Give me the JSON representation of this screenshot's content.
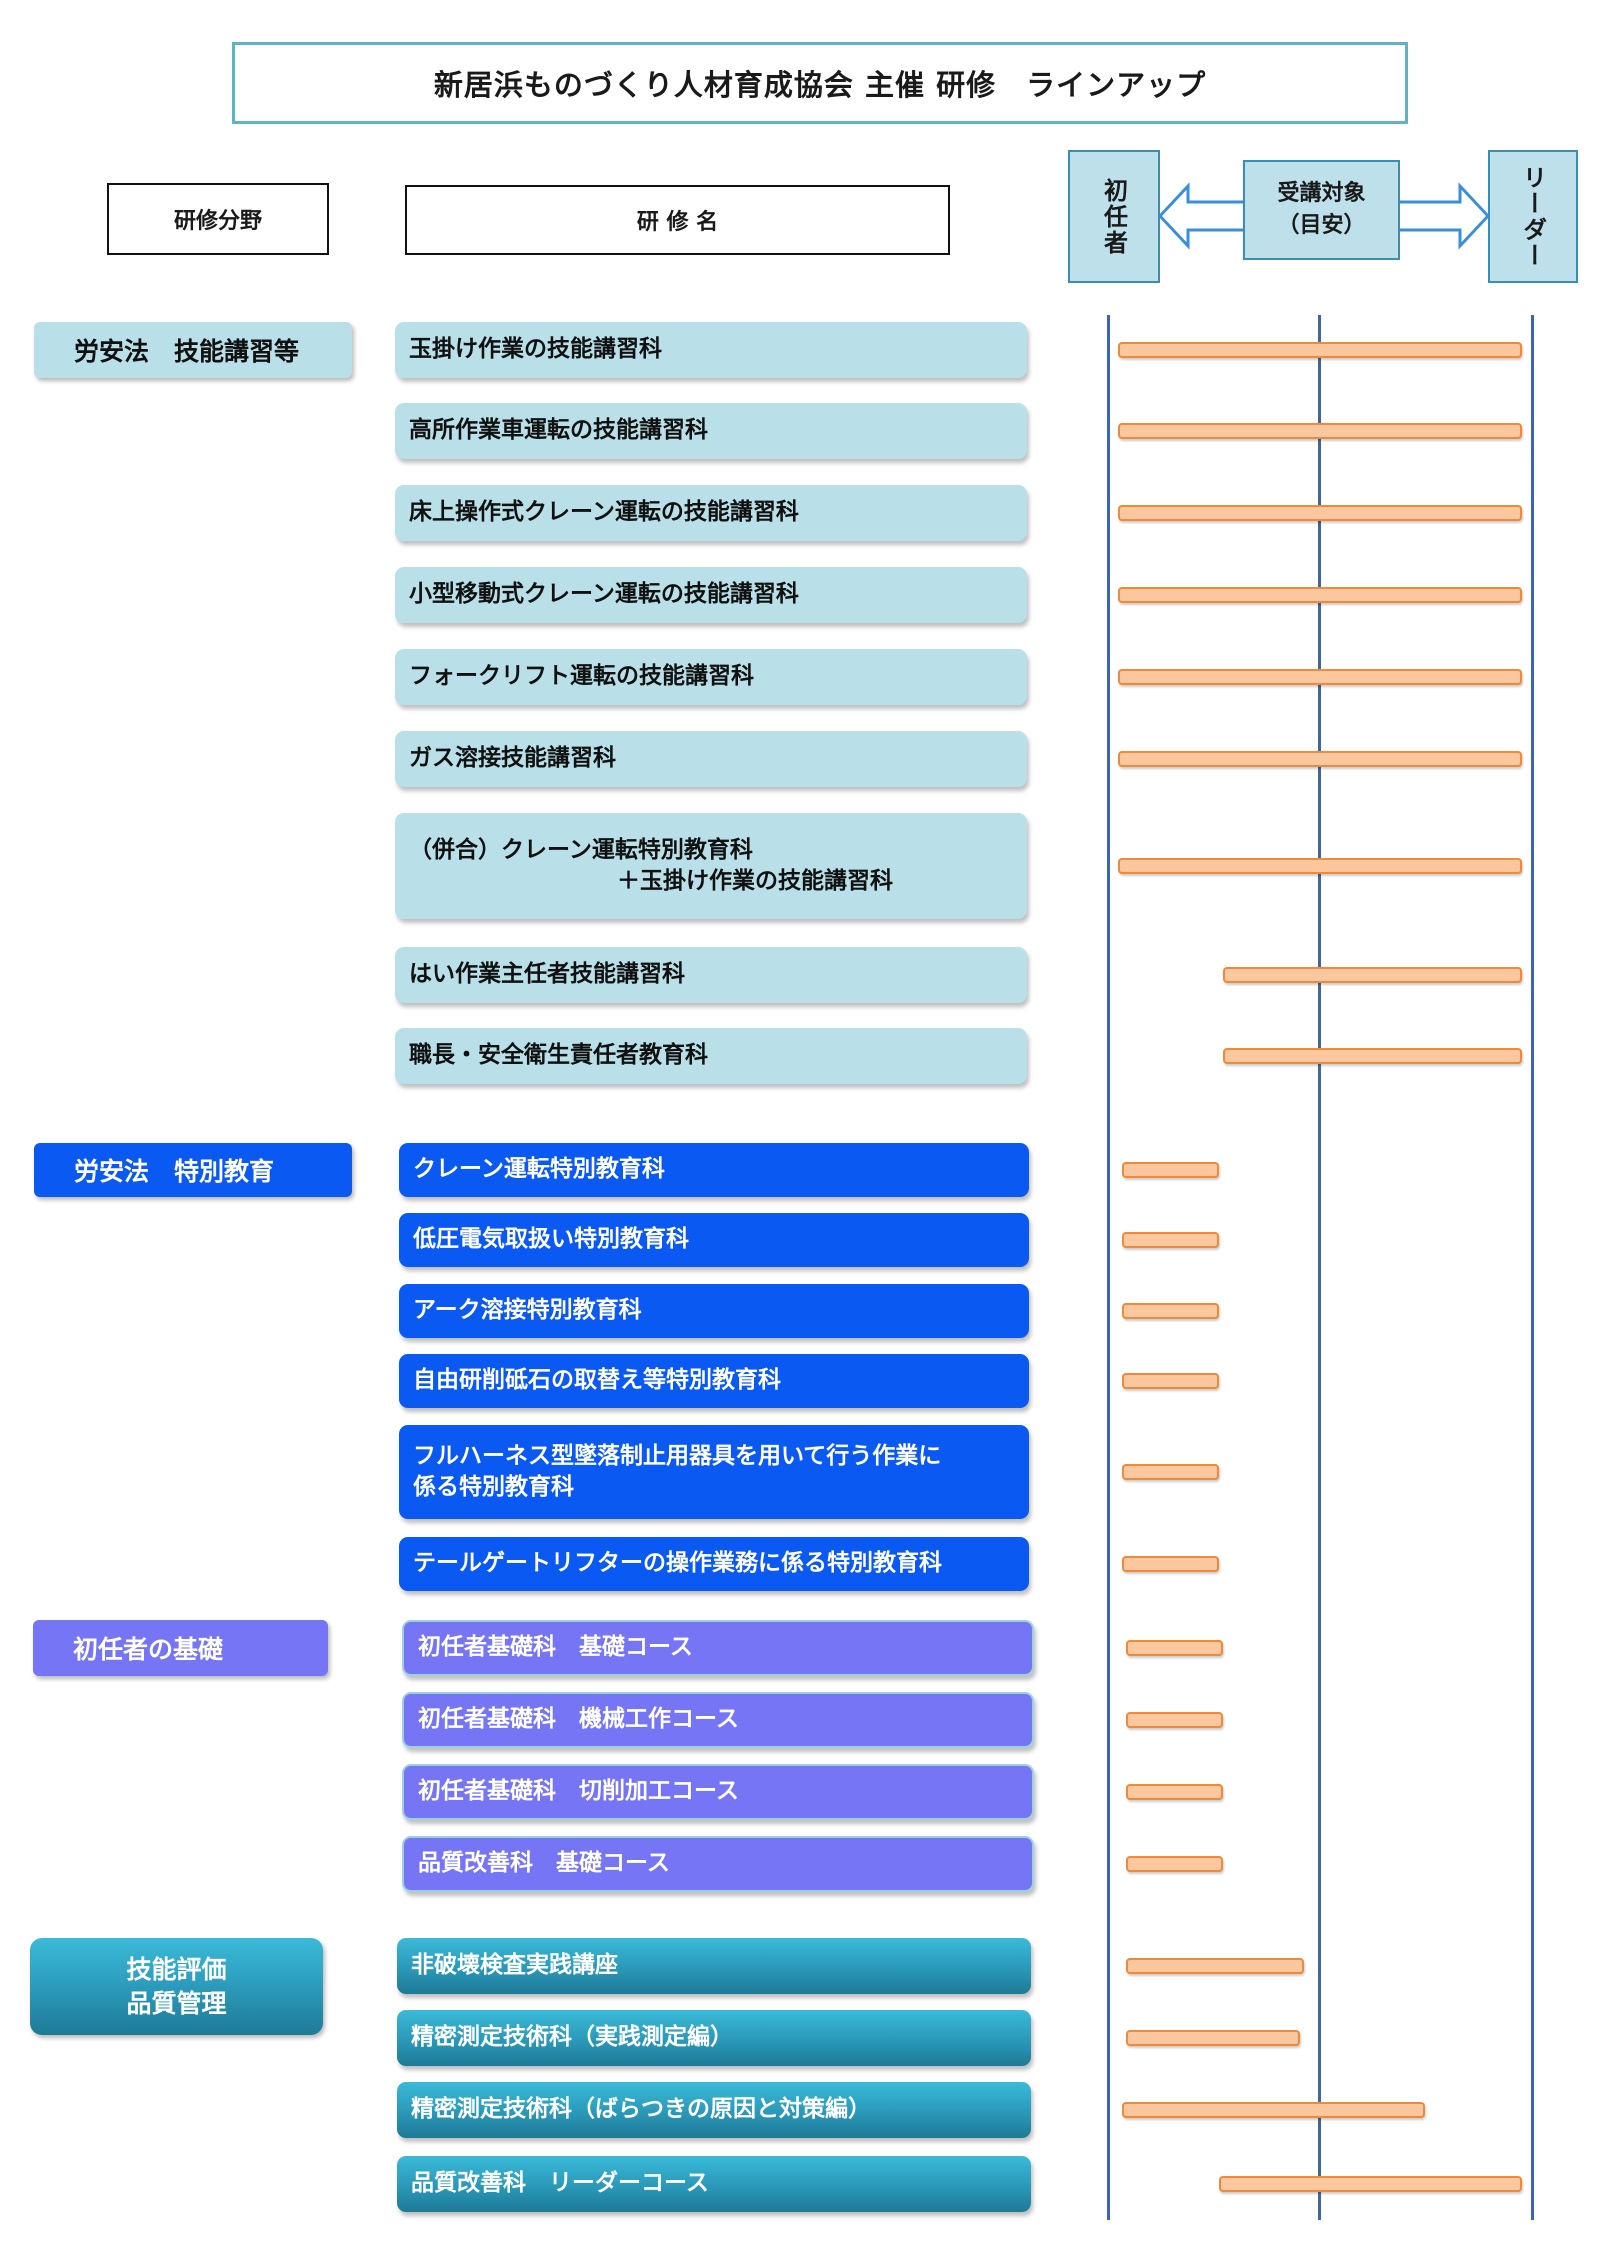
{
  "title": "新居浜ものづくり人材育成協会 主催 研修　ラインアップ",
  "headers": {
    "field": "研修分野",
    "course": "研 修 名",
    "beginner": "初任者",
    "target_line1": "受講対象",
    "target_line2": "（目安）",
    "leader": "リーダー"
  },
  "categories": [
    {
      "id": "c1",
      "label": "労安法　技能講習等"
    },
    {
      "id": "c2",
      "label": "労安法　特別教育"
    },
    {
      "id": "c3",
      "label": "初任者の基礎"
    },
    {
      "id": "c4",
      "label_line1": "技能評価",
      "label_line2": "品質管理"
    }
  ],
  "courses": [
    {
      "cat": "c1",
      "line1": "玉掛け作業の技能講習科",
      "line2": "",
      "range": [
        0.0,
        1.0
      ]
    },
    {
      "cat": "c1",
      "line1": "高所作業車運転の技能講習科",
      "line2": "",
      "range": [
        0.0,
        1.0
      ]
    },
    {
      "cat": "c1",
      "line1": "床上操作式クレーン運転の技能講習科",
      "line2": "",
      "range": [
        0.0,
        1.0
      ]
    },
    {
      "cat": "c1",
      "line1": "小型移動式クレーン運転の技能講習科",
      "line2": "",
      "range": [
        0.0,
        1.0
      ]
    },
    {
      "cat": "c1",
      "line1": "フォークリフト運転の技能講習科",
      "line2": "",
      "range": [
        0.0,
        1.0
      ]
    },
    {
      "cat": "c1",
      "line1": "ガス溶接技能講習科",
      "line2": "",
      "range": [
        0.0,
        1.0
      ]
    },
    {
      "cat": "c1",
      "line1": "（併合）クレーン運転特別教育科",
      "line2": "＋玉掛け作業の技能講習科",
      "range": [
        0.0,
        1.0
      ]
    },
    {
      "cat": "c1",
      "line1": "はい作業主任者技能講習科",
      "line2": "",
      "range": [
        0.26,
        1.0
      ]
    },
    {
      "cat": "c1",
      "line1": "職長・安全衛生責任者教育科",
      "line2": "",
      "range": [
        0.26,
        1.0
      ]
    },
    {
      "cat": "c2",
      "line1": "クレーン運転特別教育科",
      "line2": "",
      "range": [
        0.01,
        0.25
      ]
    },
    {
      "cat": "c2",
      "line1": "低圧電気取扱い特別教育科",
      "line2": "",
      "range": [
        0.01,
        0.25
      ]
    },
    {
      "cat": "c2",
      "line1": "アーク溶接特別教育科",
      "line2": "",
      "range": [
        0.01,
        0.25
      ]
    },
    {
      "cat": "c2",
      "line1": "自由研削砥石の取替え等特別教育科",
      "line2": "",
      "range": [
        0.01,
        0.25
      ]
    },
    {
      "cat": "c2",
      "line1": "フルハーネス型墜落制止用器具を用いて行う作業に",
      "line2": "係る特別教育科",
      "range": [
        0.01,
        0.25
      ]
    },
    {
      "cat": "c2",
      "line1": "テールゲートリフターの操作業務に係る特別教育科",
      "line2": "",
      "range": [
        0.01,
        0.25
      ]
    },
    {
      "cat": "c3",
      "line1": "初任者基礎科　基礎コース",
      "line2": "",
      "range": [
        0.02,
        0.26
      ]
    },
    {
      "cat": "c3",
      "line1": "初任者基礎科　機械工作コース",
      "line2": "",
      "range": [
        0.02,
        0.26
      ]
    },
    {
      "cat": "c3",
      "line1": "初任者基礎科　切削加工コース",
      "line2": "",
      "range": [
        0.02,
        0.26
      ]
    },
    {
      "cat": "c3",
      "line1": "品質改善科　基礎コース",
      "line2": "",
      "range": [
        0.02,
        0.26
      ]
    },
    {
      "cat": "c4",
      "line1": "非破壊検査実践講座",
      "line2": "",
      "range": [
        0.02,
        0.46
      ]
    },
    {
      "cat": "c4",
      "line1": "精密測定技術科（実践測定編）",
      "line2": "",
      "range": [
        0.02,
        0.45
      ]
    },
    {
      "cat": "c4",
      "line1": "精密測定技術科（ばらつきの原因と対策編）",
      "line2": "",
      "range": [
        0.01,
        0.76
      ]
    },
    {
      "cat": "c4",
      "line1": "品質改善科　リーダーコース",
      "line2": "",
      "range": [
        0.25,
        1.0
      ]
    }
  ],
  "colors": {
    "c1": "#b9dfe8",
    "c2": "#0a59f2",
    "c3": "#7575f6",
    "c4": "#2a98b8",
    "bar_fill": "#fac79e",
    "bar_stroke": "#ee8a3a",
    "axis": "#3b67a8"
  }
}
